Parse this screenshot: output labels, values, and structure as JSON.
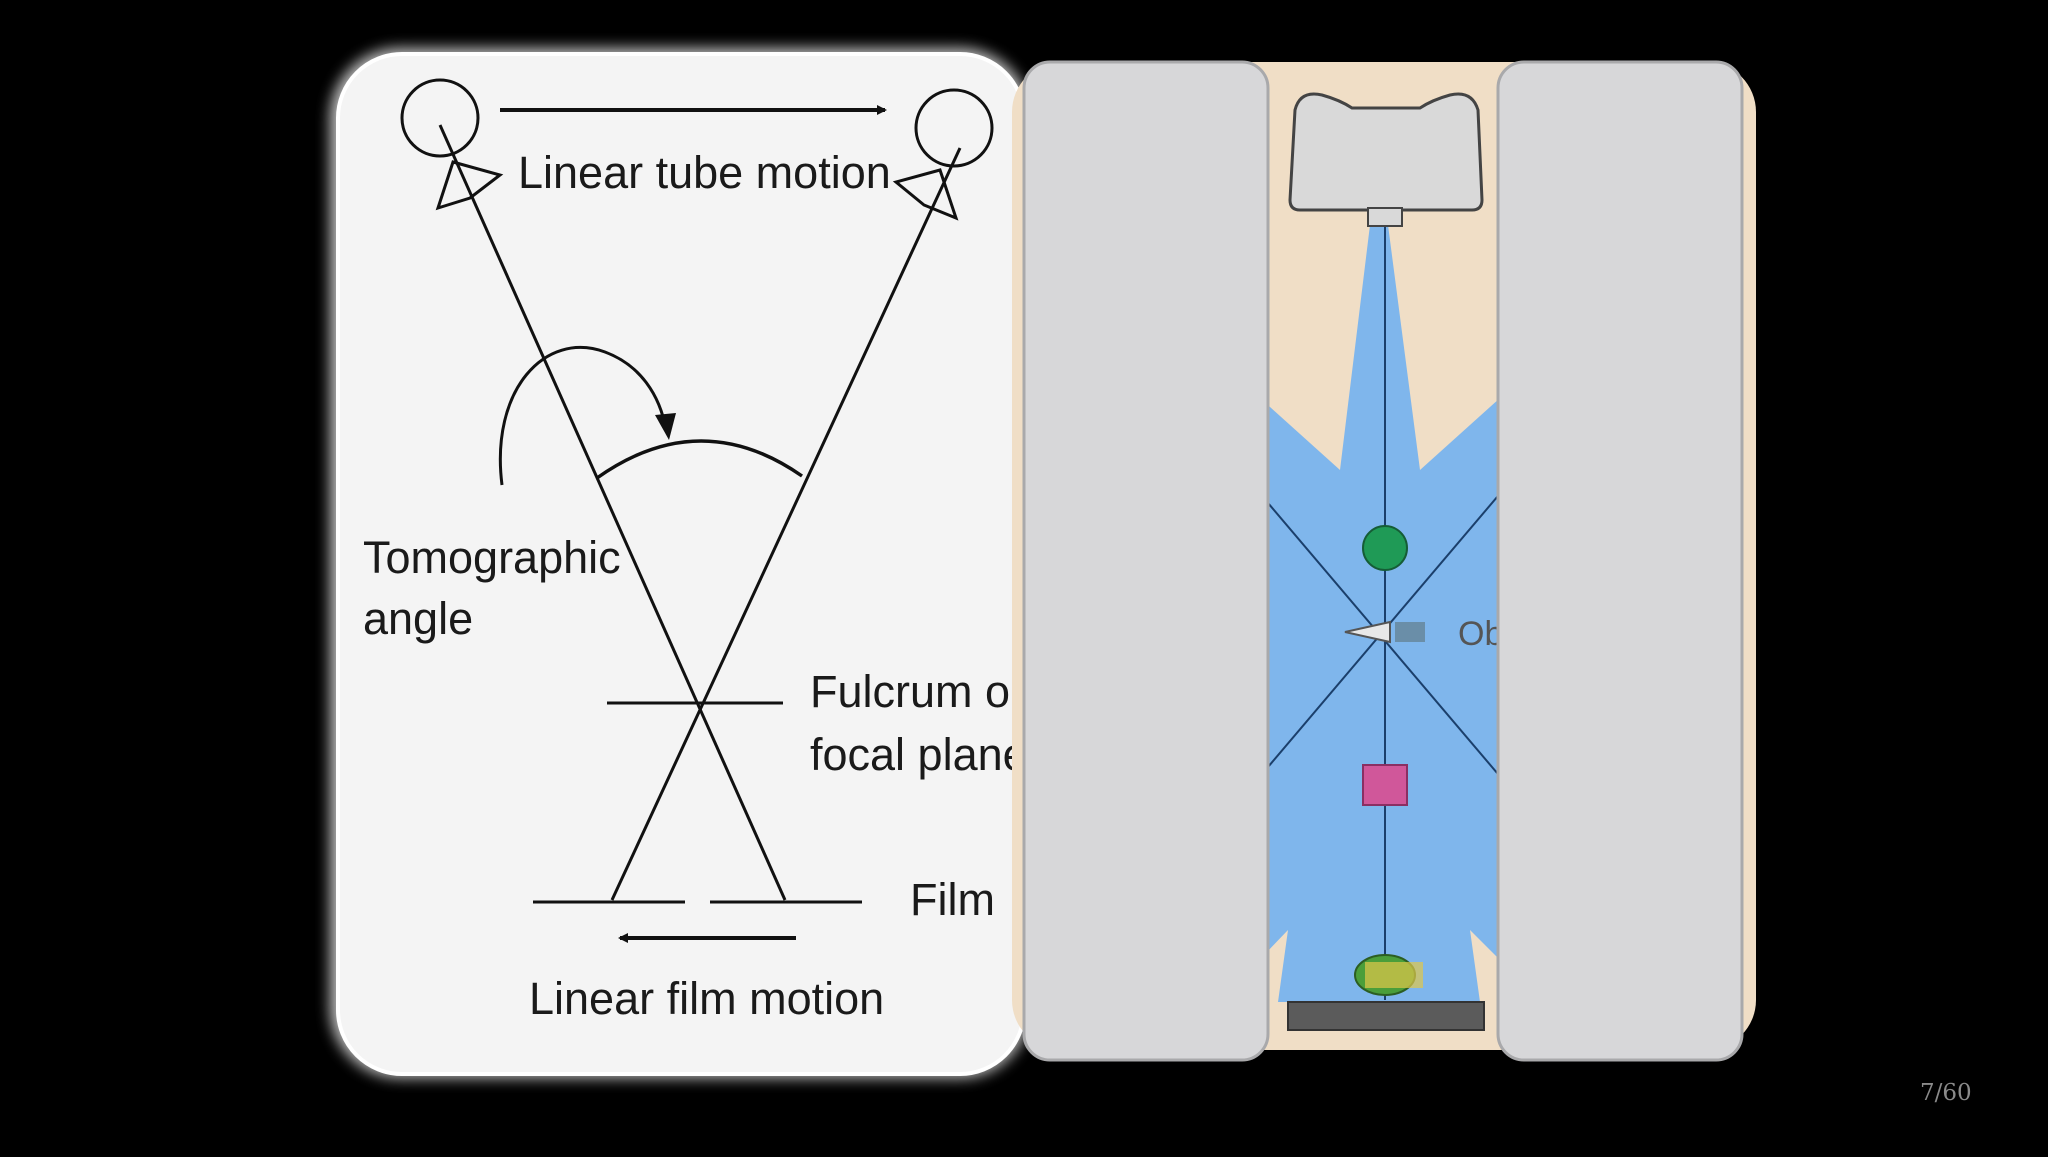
{
  "slide": {
    "page_number": "7/60"
  },
  "left_diagram": {
    "tube_motion_label": "Linear tube motion",
    "tomographic_label_line1": "Tomographic",
    "tomographic_label_line2": "angle",
    "fulcrum_label_line1": "Fulcrum or",
    "fulcrum_label_line2": "focal plane",
    "film_label": "Film",
    "film_motion_label": "Linear film motion"
  },
  "right_diagram": {
    "object_label_fragment": "Ob",
    "colors": {
      "background": "#f0dec6",
      "beam": "#7fb6ec",
      "tube": "#d9d9d9",
      "green_object": "#1f9a56",
      "pink_object": "#d0579a",
      "mask_panel": "#d7d7d9"
    }
  }
}
